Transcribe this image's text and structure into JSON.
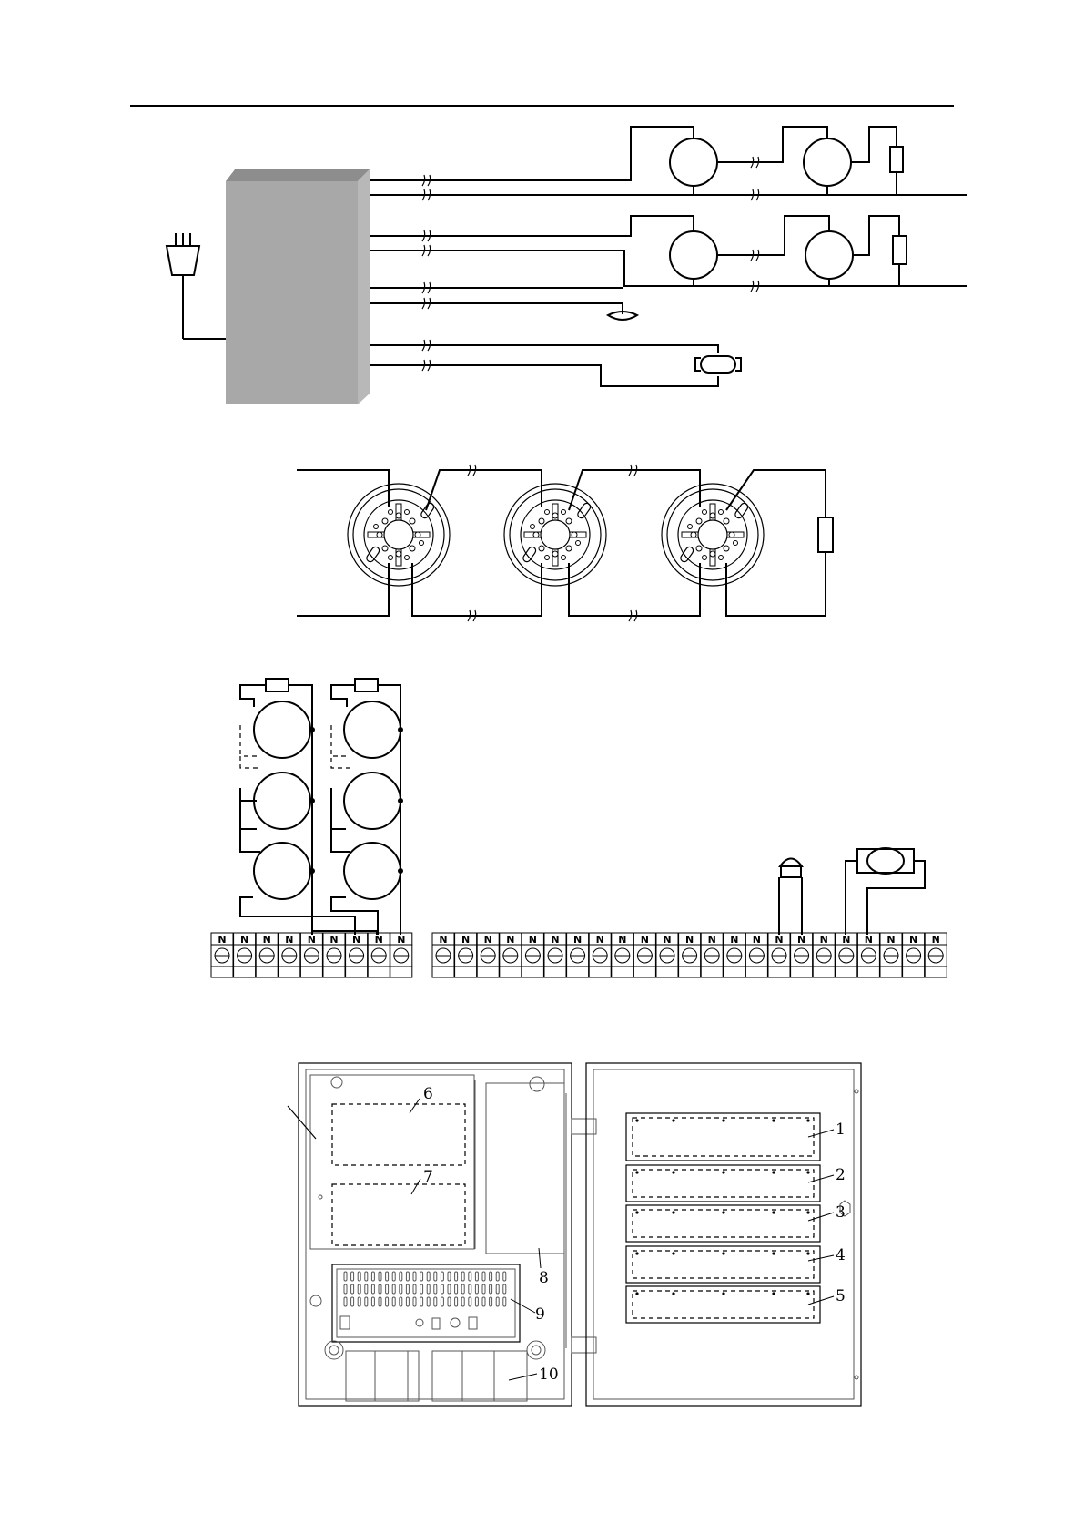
{
  "terminal_label": "N",
  "left_strip_count": 9,
  "right_strip_count": 23,
  "callouts": [
    "1",
    "2",
    "3",
    "4",
    "5",
    "6",
    "7",
    "8",
    "9",
    "10"
  ],
  "colors": {
    "cabinet": "#a8a8a8",
    "cabinet_top": "#8d8d8d",
    "line": "#000000"
  }
}
